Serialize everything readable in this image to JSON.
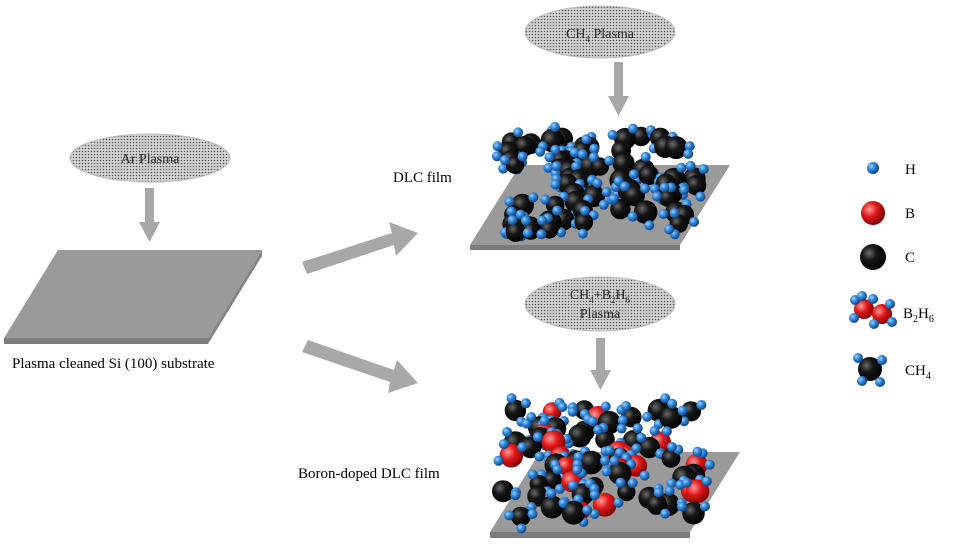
{
  "plasmas": {
    "ar": "Ar Plasma",
    "ch4_prefix": "CH",
    "ch4_sub": "4",
    "ch4_suffix": " Plasma",
    "mix_line1_a": "CH",
    "mix_line1_a_sub": "4",
    "mix_line1_b": "+B",
    "mix_line1_b_sub": "2",
    "mix_line1_c": "H",
    "mix_line1_c_sub": "6",
    "mix_line2": "Plasma"
  },
  "labels": {
    "substrate": "Plasma cleaned Si (100) substrate",
    "dlc": "DLC film",
    "bdlc": "Boron-doped DLC film"
  },
  "legend": {
    "h": "H",
    "b": "B",
    "c": "C",
    "b2h6_a": "B",
    "b2h6_a_sub": "2",
    "b2h6_b": "H",
    "b2h6_b_sub": "6",
    "ch4_a": "CH",
    "ch4_a_sub": "4"
  },
  "colors": {
    "hydrogen": "#2f86d8",
    "boron": "#e01818",
    "carbon": "#111111",
    "substrate": "#9a9a9a",
    "arrow": "#a8a8a8"
  }
}
